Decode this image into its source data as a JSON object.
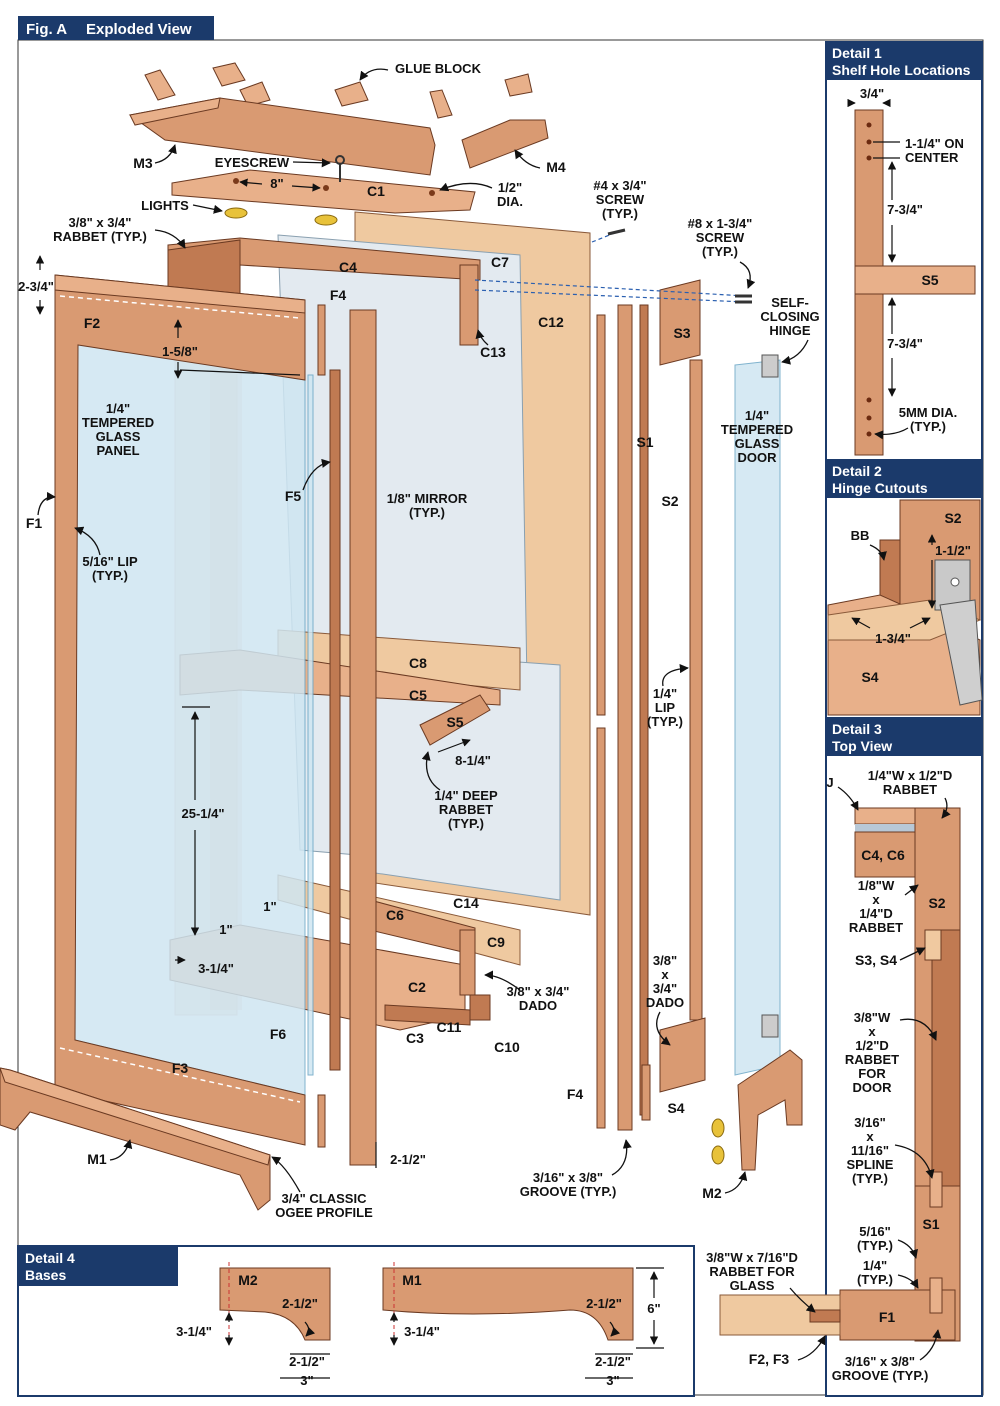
{
  "figure": {
    "tag": "Fig. A",
    "title": "Exploded View"
  },
  "detail1": {
    "title_a": "Detail 1",
    "title_b": "Shelf Hole Locations",
    "dim_width": "3/4\"",
    "on_center_a": "1-1/4\" ON",
    "on_center_b": "CENTER",
    "dim_upper": "7-3/4\"",
    "dim_lower": "7-3/4\"",
    "shelf": "S5",
    "hole_a": "5MM DIA.",
    "hole_b": "(TYP.)"
  },
  "detail2": {
    "title_a": "Detail 2",
    "title_b": "Hinge Cutouts",
    "bb": "BB",
    "s2": "S2",
    "s4": "S4",
    "dim_v": "1-1/2\"",
    "dim_h": "1-3/4\""
  },
  "detail3": {
    "title_a": "Detail 3",
    "title_b": "Top View",
    "j": "J",
    "rabbet_a": "1/4\"W x 1/2\"D",
    "rabbet_b": "RABBET",
    "c4c6": "C4, C6",
    "s2": "S2",
    "s3s4": "S3, S4",
    "s1": "S1",
    "f1": "F1",
    "f2f3": "F2, F3",
    "r2_a": "1/8\"W",
    "r2_b": "x",
    "r2_c": "1/4\"D",
    "r2_d": "RABBET",
    "door_a": "3/8\"W",
    "door_b": "x",
    "door_c": "1/2\"D",
    "door_d": "RABBET",
    "door_e": "FOR",
    "door_f": "DOOR",
    "spline_a": "3/16\"",
    "spline_b": "x",
    "spline_c": "11/16\"",
    "spline_d": "SPLINE",
    "spline_e": "(TYP.)",
    "d516_a": "5/16\"",
    "d516_b": "(TYP.)",
    "d14_a": "1/4\"",
    "d14_b": "(TYP.)",
    "glass_a": "3/8\"W x 7/16\"D",
    "glass_b": "RABBET FOR",
    "glass_c": "GLASS",
    "groove_a": "3/16\" x 3/8\"",
    "groove_b": "GROOVE (TYP.)"
  },
  "detail4": {
    "title_a": "Detail 4",
    "title_b": "Bases",
    "m2": "M2",
    "m1": "M1",
    "h_m2": "3-1/4\"",
    "h_m1": "3-1/4\"",
    "r_m2": "2-1/2\"",
    "r_m1": "2-1/2\"",
    "w_m2": "2-1/2\"",
    "w_m1": "2-1/2\"",
    "w3_m2": "3\"",
    "w3_m1": "3\"",
    "six": "6\""
  },
  "parts": {
    "m3": "M3",
    "m4": "M4",
    "c1": "C1",
    "c4": "C4",
    "c7": "C7",
    "c12": "C12",
    "c13": "C13",
    "f2": "F2",
    "f4": "F4",
    "f4b": "F4",
    "f1": "F1",
    "f5": "F5",
    "f6": "F6",
    "f3": "F3",
    "m1": "M1",
    "m2": "M2",
    "s1": "S1",
    "s2": "S2",
    "s3": "S3",
    "s4": "S4",
    "s5": "S5",
    "c8": "C8",
    "c5": "C5",
    "c6": "C6",
    "c14": "C14",
    "c9": "C9",
    "c2": "C2",
    "c3": "C3",
    "c11": "C11",
    "c10": "C10"
  },
  "labels": {
    "glue_block": "GLUE BLOCK",
    "eyescrew": "EYESCREW",
    "dim_8": "8\"",
    "dia_a": "1/2\"",
    "dia_b": "DIA.",
    "lights": "LIGHTS",
    "rabbet_a": "3/8\" x 3/4\"",
    "rabbet_b": "RABBET (TYP.)",
    "dim_234": "2-3/4\"",
    "screw1_a": "#4 x 3/4\"",
    "screw1_b": "SCREW",
    "screw1_c": "(TYP.)",
    "screw2_a": "#8 x 1-3/4\"",
    "screw2_b": "SCREW",
    "screw2_c": "(TYP.)",
    "hinge_a": "SELF-",
    "hinge_b": "CLOSING",
    "hinge_c": "HINGE",
    "dim_158": "1-5/8\"",
    "gp_a": "1/4\"",
    "gp_b": "TEMPERED",
    "gp_c": "GLASS",
    "gp_d": "PANEL",
    "lip_a": "5/16\" LIP",
    "lip_b": "(TYP.)",
    "mirror_a": "1/8\" MIRROR",
    "mirror_b": "(TYP.)",
    "gd_a": "1/4\"",
    "gd_b": "TEMPERED",
    "gd_c": "GLASS",
    "gd_d": "DOOR",
    "lip14_a": "1/4\"",
    "lip14_b": "LIP",
    "lip14_c": "(TYP.)",
    "dim_2514": "25-1/4\"",
    "dim_814": "8-1/4\"",
    "deep_a": "1/4\" DEEP",
    "deep_b": "RABBET",
    "deep_c": "(TYP.)",
    "dim_1a": "1\"",
    "dim_1b": "1\"",
    "dim_314": "3-1/4\"",
    "dado_a": "3/8\" x 3/4\"",
    "dado_b": "DADO",
    "dado2_a": "3/8\"",
    "dado2_b": "x",
    "dado2_c": "3/4\"",
    "dado2_d": "DADO",
    "dim_212": "2-1/2\"",
    "ogee_a": "3/4\" CLASSIC",
    "ogee_b": "OGEE PROFILE",
    "groove_a": "3/16\" x 3/8\"",
    "groove_b": "GROOVE (TYP.)"
  }
}
